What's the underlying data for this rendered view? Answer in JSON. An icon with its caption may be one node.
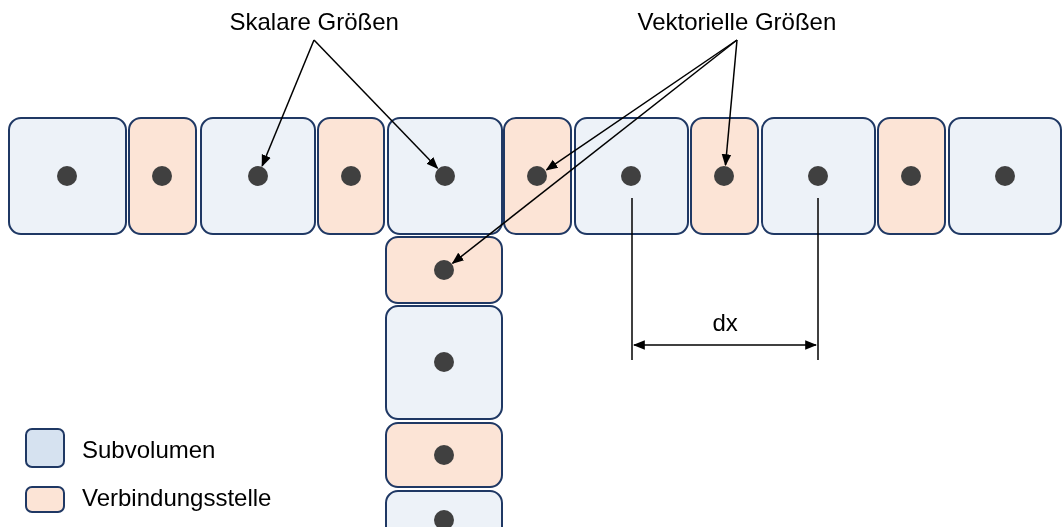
{
  "diagram": {
    "nodes": [
      {
        "text": [
          "Skalare Größen"
        ]
      },
      {
        "text": [
          "Vektorielle Größen"
        ]
      },
      {
        "text": [],
        "shape": "box"
      },
      {
        "text": [],
        "shape": "circle",
        "in": 2
      },
      {
        "text": [],
        "shape": "box"
      },
      {
        "text": [],
        "shape": "circle",
        "in": 4
      },
      {
        "text": [],
        "shape": "box"
      },
      {
        "text": [],
        "shape": "circle",
        "in": 6
      },
      {
        "text": [],
        "shape": "box"
      },
      {
        "text": [],
        "shape": "circle",
        "in": 8
      },
      {
        "text": [],
        "shape": "box"
      },
      {
        "text": [],
        "shape": "circle",
        "in": 10
      },
      {
        "text": [],
        "shape": "box"
      },
      {
        "text": [],
        "shape": "circle",
        "in": 12
      },
      {
        "text": [],
        "shape": "box"
      },
      {
        "text": [],
        "shape": "circle",
        "in": 14
      },
      {
        "text": [],
        "shape": "box"
      },
      {
        "text": [],
        "shape": "circle",
        "in": 16
      },
      {
        "text": [],
        "shape": "box"
      },
      {
        "text": [],
        "shape": "circle",
        "in": 18
      },
      {
        "text": [],
        "shape": "box"
      },
      {
        "text": [],
        "shape": "circle",
        "in": 20
      },
      {
        "text": [],
        "shape": "box"
      },
      {
        "text": [],
        "shape": "circle",
        "in": 22
      },
      {
        "text": [],
        "shape": "box"
      },
      {
        "text": [],
        "shape": "circle",
        "in": 24
      },
      {
        "text": [],
        "shape": "box"
      },
      {
        "text": [],
        "shape": "circle",
        "in": 26
      },
      {
        "text": [],
        "shape": "box"
      },
      {
        "text": [],
        "shape": "circle",
        "in": 28
      },
      {
        "text": [],
        "shape": "box"
      },
      {
        "text": [],
        "shape": "circle",
        "in": 30
      }
    ],
    "edges": [
      {
        "from": 0,
        "to": 7,
        "arrow": "to"
      },
      {
        "from": 0,
        "to": 11,
        "arrow": "to"
      },
      {
        "from": 1,
        "to": 13,
        "arrow": "to"
      },
      {
        "from": 1,
        "to": 25,
        "arrow": "to"
      },
      {
        "from": 1,
        "to": 17,
        "arrow": "to"
      }
    ],
    "labels": [
      "dx"
    ],
    "legend": [
      {
        "text": "Subvolumen",
        "color": "#d6e2f0"
      },
      {
        "text": "Verbindungsstelle",
        "color": "#fce4d6"
      }
    ]
  }
}
